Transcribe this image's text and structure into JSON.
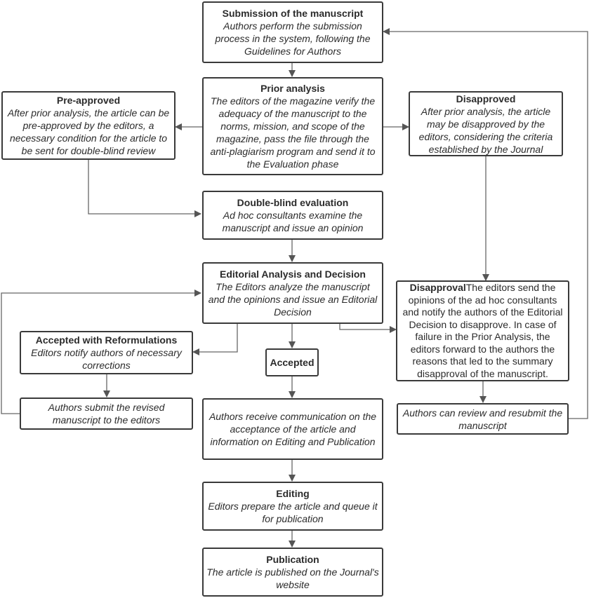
{
  "nodes": {
    "submission": {
      "title": "Submission of the manuscript",
      "body": "Authors perform the submission process in the system, following the Guidelines for Authors"
    },
    "prior_analysis": {
      "title": "Prior analysis",
      "body": "The editors of the magazine verify the adequacy of the manuscript to the norms, mission, and scope of the magazine, pass the file through the anti-plagiarism program and send it to the Evaluation phase"
    },
    "pre_approved": {
      "title": "Pre-approved",
      "body": "After prior analysis, the article can be pre-approved by the editors, a necessary condition for the article to be sent for double-blind review"
    },
    "disapproved": {
      "title": "Disapproved",
      "body": "After prior analysis, the article may be disapproved by the editors, considering the criteria established by the Journal"
    },
    "double_blind": {
      "title": "Double-blind evaluation",
      "body": "Ad hoc consultants examine the manuscript and issue an opinion"
    },
    "editorial_analysis": {
      "title": "Editorial Analysis and Decision",
      "body": "The Editors analyze the manuscript and the opinions and issue an Editorial Decision"
    },
    "accepted_reformulations": {
      "title": "Accepted with Reformulations",
      "body": "Editors notify authors of necessary corrections"
    },
    "accepted": {
      "title": "Accepted"
    },
    "disapproval": {
      "title": "Disapproval",
      "body": "The editors send the opinions of the ad hoc consultants and notify the authors of the Editorial Decision to disapprove. In case of failure in the Prior Analysis, the editors forward to the authors the reasons that led to the summary disapproval of the manuscript."
    },
    "authors_resubmit_revised": {
      "body": "Authors submit the revised manuscript to the editors"
    },
    "authors_receive": {
      "body": "Authors receive communication on the acceptance of the article and information on Editing and Publication"
    },
    "authors_review_resubmit": {
      "body": "Authors can review and resubmit the manuscript"
    },
    "editing": {
      "title": "Editing",
      "body": "Editors prepare the article and queue it for publication"
    },
    "publication": {
      "title": "Publication",
      "body": "The article is published on the Journal's website"
    }
  },
  "colors": {
    "stroke": "#3a3a3a",
    "arrow": "#555555",
    "text": "#2b2b2b"
  }
}
